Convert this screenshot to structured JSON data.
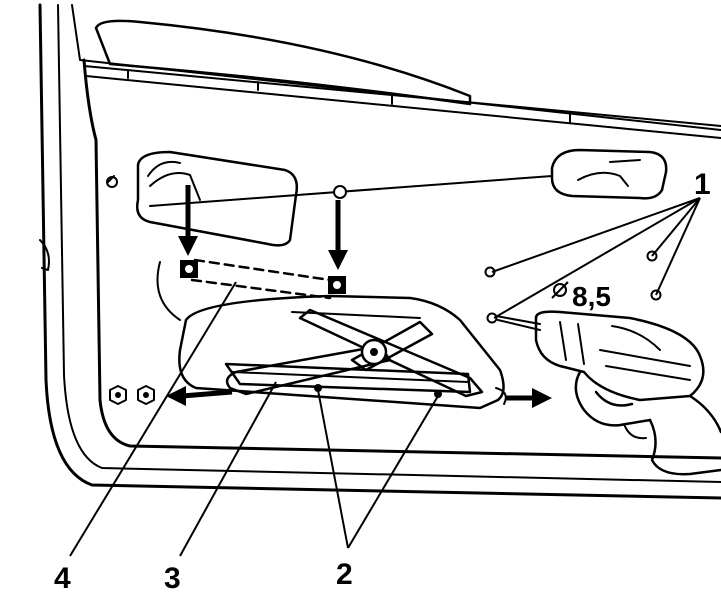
{
  "diagram": {
    "callouts": {
      "one": "1",
      "two": "2",
      "three": "3",
      "four": "4"
    },
    "drill_size": "8,5"
  }
}
